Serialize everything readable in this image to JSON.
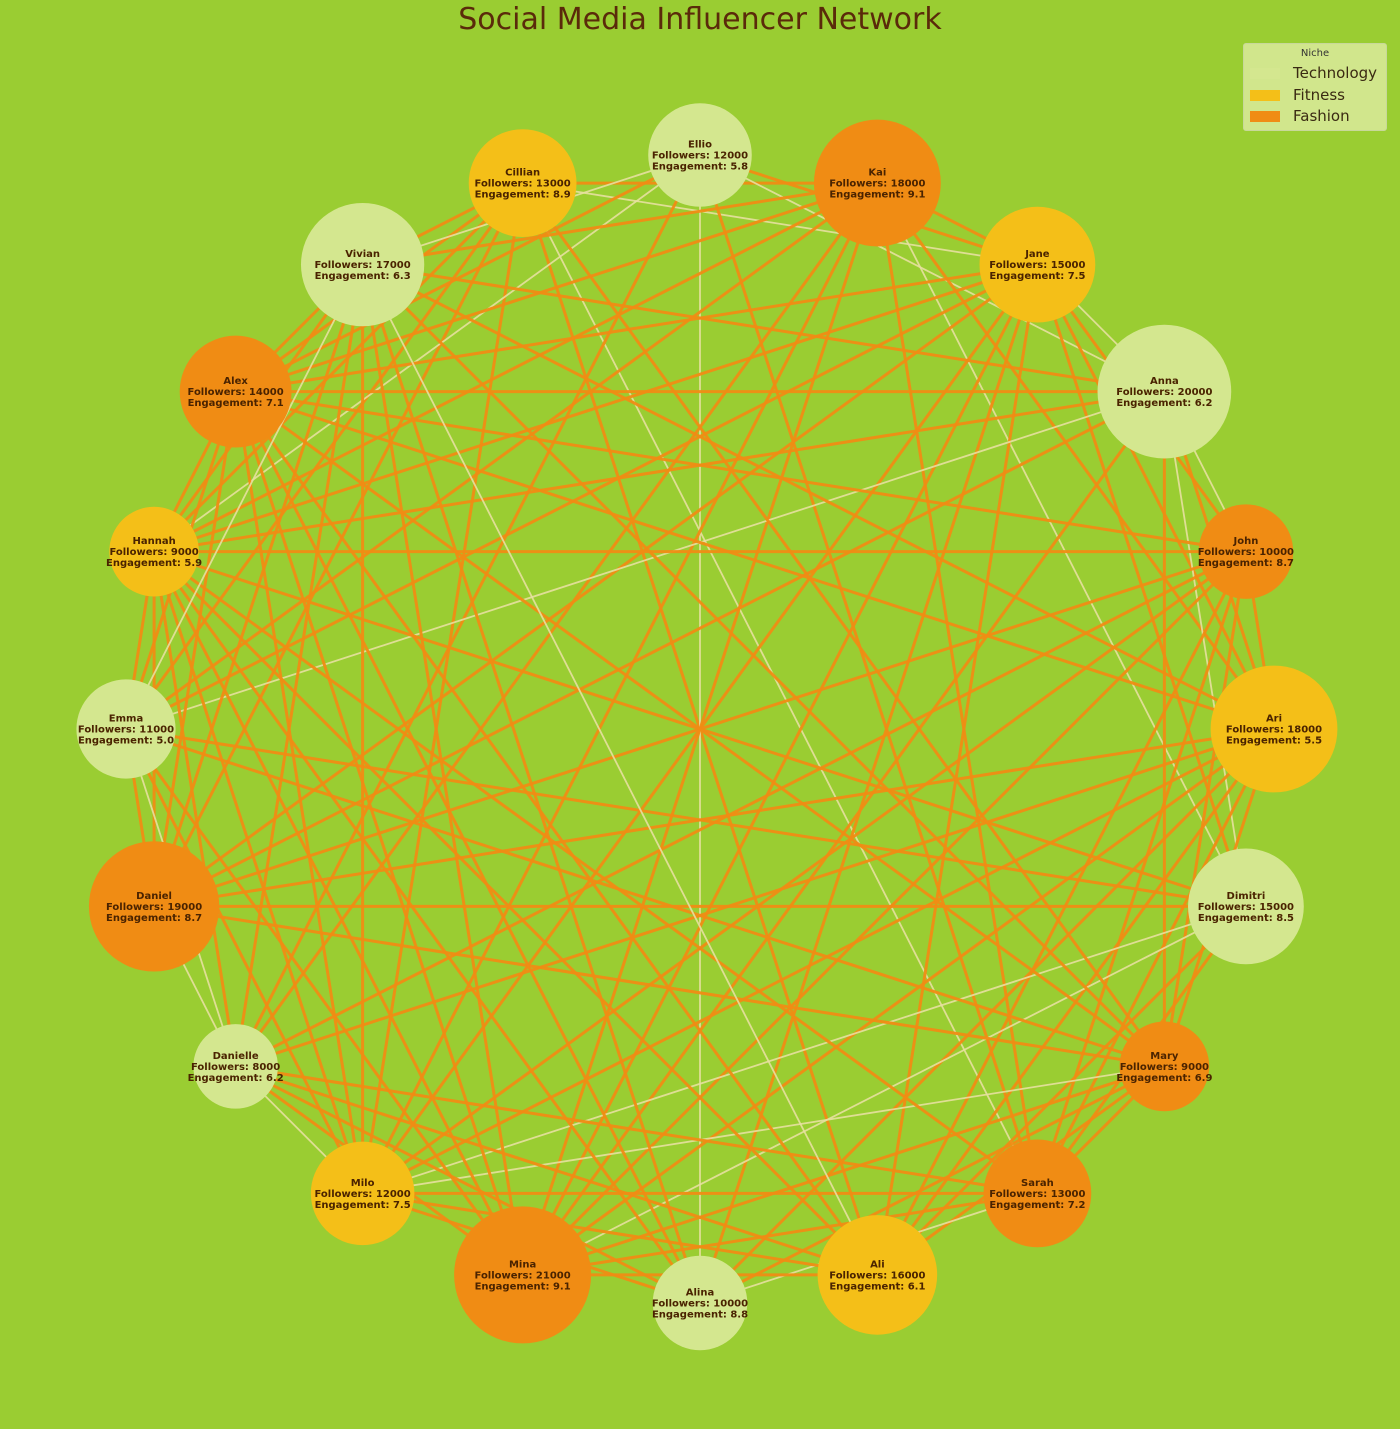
{
  "title": "Social Media Influencer Network",
  "legend": {
    "title": "Niche",
    "items": [
      {
        "label": "Technology",
        "color": "#D4E78F"
      },
      {
        "label": "Fitness",
        "color": "#F4BF18"
      },
      {
        "label": "Fashion",
        "color": "#F08C14"
      }
    ]
  },
  "colors": {
    "background": "#9ACD32",
    "Technology": "#D4E78F",
    "Fitness": "#F4BF18",
    "Fashion": "#F08C14",
    "edge_strong": "#F08C14",
    "edge_weak": "#E7E0A0"
  },
  "labels": {
    "followers_prefix": "Followers: ",
    "engagement_prefix": "Engagement: "
  },
  "nodes": [
    {
      "name": "Cillian",
      "followers": 13000,
      "engagement": "8.9",
      "niche": "Fitness"
    },
    {
      "name": "Ellio",
      "followers": 12000,
      "engagement": "5.8",
      "niche": "Technology"
    },
    {
      "name": "Kai",
      "followers": 18000,
      "engagement": "9.1",
      "niche": "Fashion"
    },
    {
      "name": "Jane",
      "followers": 15000,
      "engagement": "7.5",
      "niche": "Fitness"
    },
    {
      "name": "Anna",
      "followers": 20000,
      "engagement": "6.2",
      "niche": "Technology"
    },
    {
      "name": "John",
      "followers": 10000,
      "engagement": "8.7",
      "niche": "Fashion"
    },
    {
      "name": "Ari",
      "followers": 18000,
      "engagement": "5.5",
      "niche": "Fitness"
    },
    {
      "name": "Dimitri",
      "followers": 15000,
      "engagement": "8.5",
      "niche": "Technology"
    },
    {
      "name": "Mary",
      "followers": 9000,
      "engagement": "6.9",
      "niche": "Fashion"
    },
    {
      "name": "Sarah",
      "followers": 13000,
      "engagement": "7.2",
      "niche": "Fashion"
    },
    {
      "name": "Ali",
      "followers": 16000,
      "engagement": "6.1",
      "niche": "Fitness"
    },
    {
      "name": "Alina",
      "followers": 10000,
      "engagement": "8.8",
      "niche": "Technology"
    },
    {
      "name": "Mina",
      "followers": 21000,
      "engagement": "9.1",
      "niche": "Fashion"
    },
    {
      "name": "Milo",
      "followers": 12000,
      "engagement": "7.5",
      "niche": "Fitness"
    },
    {
      "name": "Danielle",
      "followers": 8000,
      "engagement": "6.2",
      "niche": "Technology"
    },
    {
      "name": "Daniel",
      "followers": 19000,
      "engagement": "8.7",
      "niche": "Fashion"
    },
    {
      "name": "Emma",
      "followers": 11000,
      "engagement": "5.0",
      "niche": "Technology"
    },
    {
      "name": "Hannah",
      "followers": 9000,
      "engagement": "5.9",
      "niche": "Fitness"
    },
    {
      "name": "Alex",
      "followers": 14000,
      "engagement": "7.1",
      "niche": "Fashion"
    },
    {
      "name": "Vivian",
      "followers": 17000,
      "engagement": "6.3",
      "niche": "Technology"
    }
  ],
  "edges": [
    [
      "Cillian",
      "Alex",
      "strong"
    ],
    [
      "Cillian",
      "Hannah",
      "strong"
    ],
    [
      "Cillian",
      "Emma",
      "strong"
    ],
    [
      "Cillian",
      "Daniel",
      "strong"
    ],
    [
      "Cillian",
      "Milo",
      "strong"
    ],
    [
      "Cillian",
      "Ali",
      "strong"
    ],
    [
      "Cillian",
      "Sarah",
      "weak"
    ],
    [
      "Cillian",
      "Kai",
      "strong"
    ],
    [
      "Cillian",
      "Jane",
      "weak"
    ],
    [
      "Cillian",
      "Vivian",
      "strong"
    ],
    [
      "Ellio",
      "Vivian",
      "weak"
    ],
    [
      "Ellio",
      "Alex",
      "strong"
    ],
    [
      "Ellio",
      "Sarah",
      "strong"
    ],
    [
      "Ellio",
      "Alina",
      "weak"
    ],
    [
      "Ellio",
      "Danielle",
      "strong"
    ],
    [
      "Ellio",
      "Jane",
      "strong"
    ],
    [
      "Ellio",
      "Anna",
      "weak"
    ],
    [
      "Ellio",
      "Hannah",
      "weak"
    ],
    [
      "Kai",
      "Alex",
      "strong"
    ],
    [
      "Kai",
      "Vivian",
      "strong"
    ],
    [
      "Kai",
      "Jane",
      "strong"
    ],
    [
      "Kai",
      "Ari",
      "strong"
    ],
    [
      "Kai",
      "Dimitri",
      "weak"
    ],
    [
      "Kai",
      "Sarah",
      "strong"
    ],
    [
      "Kai",
      "Mina",
      "strong"
    ],
    [
      "Kai",
      "Milo",
      "strong"
    ],
    [
      "Kai",
      "Danielle",
      "strong"
    ],
    [
      "Kai",
      "Emma",
      "strong"
    ],
    [
      "Kai",
      "Hannah",
      "strong"
    ],
    [
      "Jane",
      "Alex",
      "strong"
    ],
    [
      "Jane",
      "Hannah",
      "strong"
    ],
    [
      "Jane",
      "Emma",
      "strong"
    ],
    [
      "Jane",
      "Daniel",
      "strong"
    ],
    [
      "Jane",
      "Milo",
      "strong"
    ],
    [
      "Jane",
      "Mina",
      "strong"
    ],
    [
      "Jane",
      "Alina",
      "strong"
    ],
    [
      "Jane",
      "Ali",
      "strong"
    ],
    [
      "Jane",
      "Dimitri",
      "strong"
    ],
    [
      "Jane",
      "Ari",
      "strong"
    ],
    [
      "Jane",
      "John",
      "strong"
    ],
    [
      "Jane",
      "Anna",
      "weak"
    ],
    [
      "Anna",
      "Emma",
      "weak"
    ],
    [
      "Anna",
      "Hannah",
      "strong"
    ],
    [
      "Anna",
      "Vivian",
      "strong"
    ],
    [
      "Anna",
      "Alex",
      "strong"
    ],
    [
      "Anna",
      "Daniel",
      "strong"
    ],
    [
      "Anna",
      "Mina",
      "strong"
    ],
    [
      "Anna",
      "John",
      "weak"
    ],
    [
      "Anna",
      "Ari",
      "strong"
    ],
    [
      "Anna",
      "Dimitri",
      "weak"
    ],
    [
      "Anna",
      "Mary",
      "strong"
    ],
    [
      "John",
      "Daniel",
      "strong"
    ],
    [
      "John",
      "Danielle",
      "strong"
    ],
    [
      "John",
      "Milo",
      "strong"
    ],
    [
      "John",
      "Mina",
      "strong"
    ],
    [
      "John",
      "Ari",
      "strong"
    ],
    [
      "John",
      "Mary",
      "strong"
    ],
    [
      "John",
      "Sarah",
      "strong"
    ],
    [
      "John",
      "Ali",
      "strong"
    ],
    [
      "John",
      "Hannah",
      "strong"
    ],
    [
      "John",
      "Alex",
      "strong"
    ],
    [
      "Ari",
      "Danielle",
      "strong"
    ],
    [
      "Ari",
      "Daniel",
      "strong"
    ],
    [
      "Ari",
      "Milo",
      "strong"
    ],
    [
      "Ari",
      "Mina",
      "strong"
    ],
    [
      "Ari",
      "Alina",
      "strong"
    ],
    [
      "Ari",
      "Ali",
      "strong"
    ],
    [
      "Ari",
      "Sarah",
      "strong"
    ],
    [
      "Ari",
      "Mary",
      "strong"
    ],
    [
      "Ari",
      "Vivian",
      "strong"
    ],
    [
      "Ari",
      "Alex",
      "strong"
    ],
    [
      "Dimitri",
      "Milo",
      "weak"
    ],
    [
      "Dimitri",
      "Mina",
      "weak"
    ],
    [
      "Dimitri",
      "Ali",
      "strong"
    ],
    [
      "Dimitri",
      "Sarah",
      "strong"
    ],
    [
      "Dimitri",
      "Daniel",
      "strong"
    ],
    [
      "Dimitri",
      "Emma",
      "strong"
    ],
    [
      "Dimitri",
      "Hannah",
      "strong"
    ],
    [
      "Mary",
      "Mina",
      "strong"
    ],
    [
      "Mary",
      "Milo",
      "weak"
    ],
    [
      "Mary",
      "Daniel",
      "strong"
    ],
    [
      "Mary",
      "Sarah",
      "strong"
    ],
    [
      "Mary",
      "Ali",
      "strong"
    ],
    [
      "Mary",
      "Alina",
      "strong"
    ],
    [
      "Mary",
      "Emma",
      "strong"
    ],
    [
      "Mary",
      "Vivian",
      "strong"
    ],
    [
      "Mary",
      "Alex",
      "strong"
    ],
    [
      "Mary",
      "Cillian",
      "strong"
    ],
    [
      "Sarah",
      "Mina",
      "strong"
    ],
    [
      "Sarah",
      "Alina",
      "weak"
    ],
    [
      "Sarah",
      "Milo",
      "strong"
    ],
    [
      "Sarah",
      "Danielle",
      "strong"
    ],
    [
      "Sarah",
      "Hannah",
      "strong"
    ],
    [
      "Ali",
      "Mina",
      "strong"
    ],
    [
      "Ali",
      "Milo",
      "strong"
    ],
    [
      "Ali",
      "Danielle",
      "strong"
    ],
    [
      "Ali",
      "Hannah",
      "strong"
    ],
    [
      "Ali",
      "Alex",
      "strong"
    ],
    [
      "Ali",
      "Vivian",
      "weak"
    ],
    [
      "Alina",
      "Milo",
      "strong"
    ],
    [
      "Alina",
      "Danielle",
      "strong"
    ],
    [
      "Alina",
      "Hannah",
      "strong"
    ],
    [
      "Alina",
      "Vivian",
      "strong"
    ],
    [
      "Alina",
      "Alex",
      "strong"
    ],
    [
      "Mina",
      "Alex",
      "strong"
    ],
    [
      "Mina",
      "Danielle",
      "strong"
    ],
    [
      "Mina",
      "Hannah",
      "strong"
    ],
    [
      "Mina",
      "Emma",
      "strong"
    ],
    [
      "Mina",
      "Vivian",
      "strong"
    ],
    [
      "Milo",
      "Emma",
      "strong"
    ],
    [
      "Milo",
      "Hannah",
      "strong"
    ],
    [
      "Milo",
      "Alex",
      "strong"
    ],
    [
      "Milo",
      "Danielle",
      "weak"
    ],
    [
      "Milo",
      "Vivian",
      "strong"
    ],
    [
      "Danielle",
      "Daniel",
      "weak"
    ],
    [
      "Danielle",
      "Hannah",
      "strong"
    ],
    [
      "Danielle",
      "Vivian",
      "strong"
    ],
    [
      "Daniel",
      "Emma",
      "strong"
    ],
    [
      "Daniel",
      "Hannah",
      "strong"
    ],
    [
      "Daniel",
      "Alex",
      "strong"
    ],
    [
      "Daniel",
      "Vivian",
      "strong"
    ],
    [
      "Emma",
      "Hannah",
      "strong"
    ],
    [
      "Emma",
      "Alex",
      "strong"
    ],
    [
      "Emma",
      "Vivian",
      "weak"
    ],
    [
      "Emma",
      "Danielle",
      "weak"
    ],
    [
      "Hannah",
      "Alex",
      "strong"
    ],
    [
      "Hannah",
      "Vivian",
      "strong"
    ],
    [
      "Alex",
      "Vivian",
      "strong"
    ]
  ]
}
